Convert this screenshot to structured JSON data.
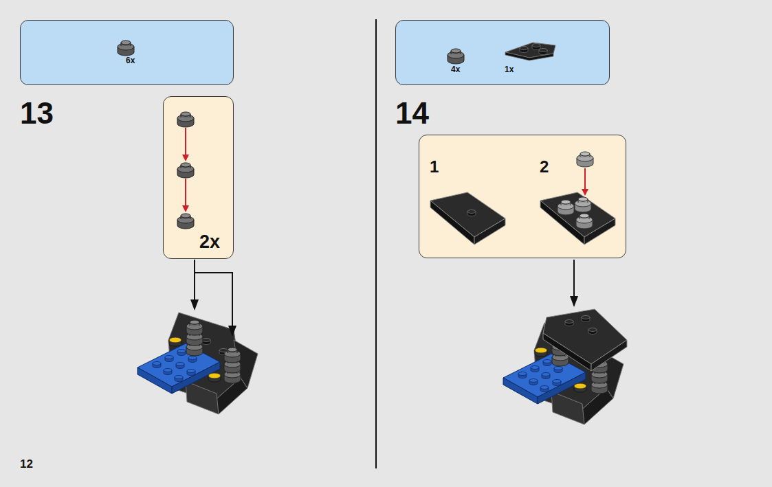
{
  "diagram": {
    "nodes": [
      {
        "text": [
          "6x"
        ]
      },
      {
        "text": [
          "2x"
        ]
      },
      {
        "text": [
          "4x",
          "1x"
        ]
      },
      {
        "text": [
          "1",
          "2"
        ]
      }
    ],
    "labels": [
      "13",
      "12",
      "14"
    ]
  }
}
